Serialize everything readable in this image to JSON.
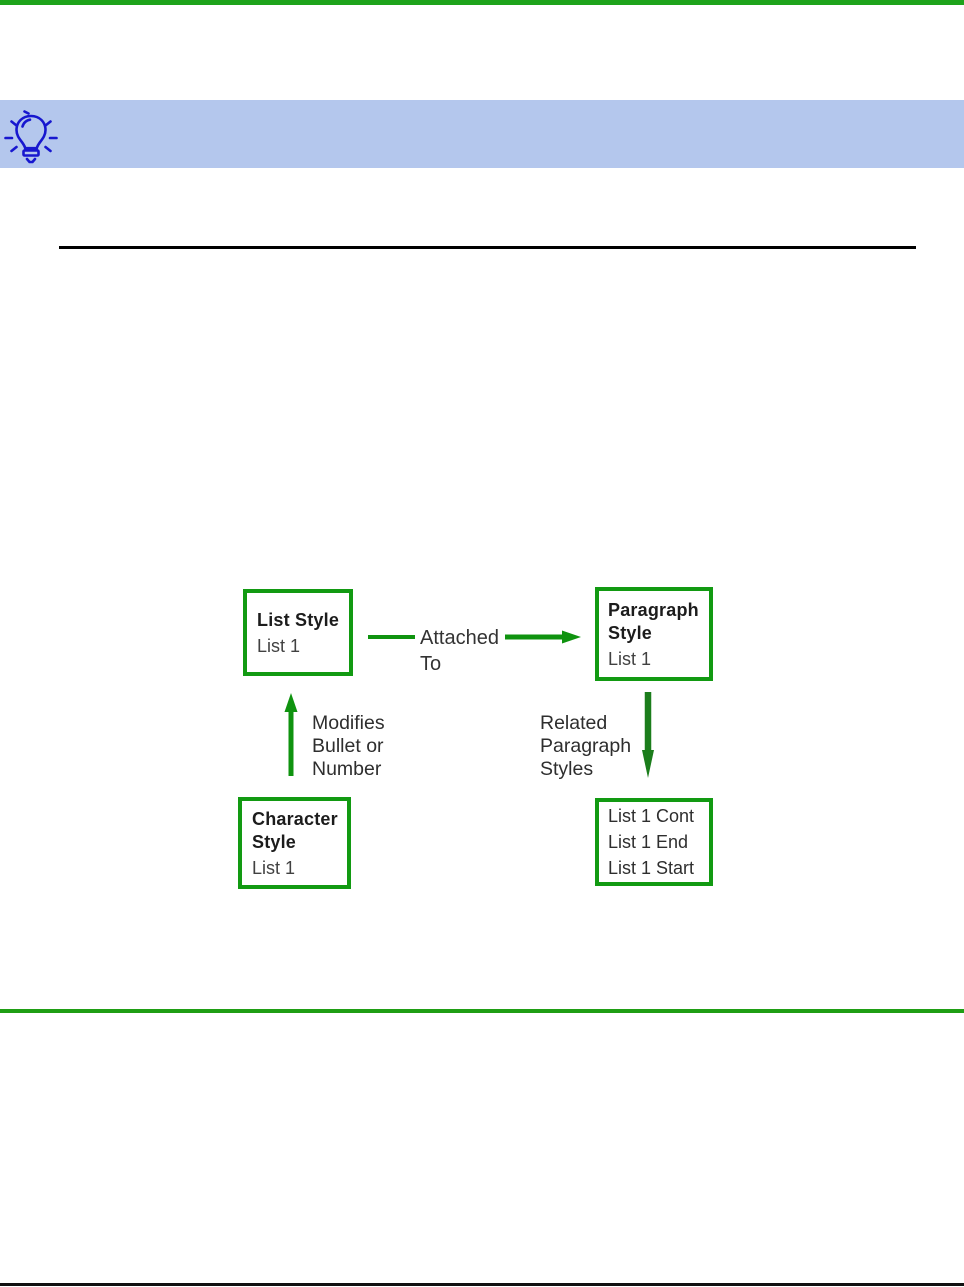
{
  "page": {
    "background": "#ffffff",
    "top_bar_color": "#1ea31b",
    "tip_banner": {
      "background": "#b4c7ed",
      "icon": "lightbulb-tip-icon",
      "icon_color": "#1717cf"
    },
    "black_divider_color": "#000000",
    "green_divider_color": "#1f9e14",
    "bottom_rule_color": "#111111"
  },
  "diagram": {
    "box_border_color": "#129a12",
    "arrow_color": "#0f930f",
    "down_arrow_color": "#1b7d1b",
    "boxes": {
      "list_style": {
        "title": "List Style",
        "subtitle": "List 1"
      },
      "paragraph_style": {
        "title": "Paragraph\nStyle",
        "subtitle": "List 1"
      },
      "character_style": {
        "title": "Character\nStyle",
        "subtitle": "List 1"
      },
      "related_styles": {
        "lines": "List 1 Cont\nList 1 End\nList 1 Start"
      }
    },
    "labels": {
      "attached_to": "Attached\nTo",
      "modifies": "Modifies\nBullet or\nNumber",
      "related": "Related\nParagraph\nStyles"
    }
  }
}
